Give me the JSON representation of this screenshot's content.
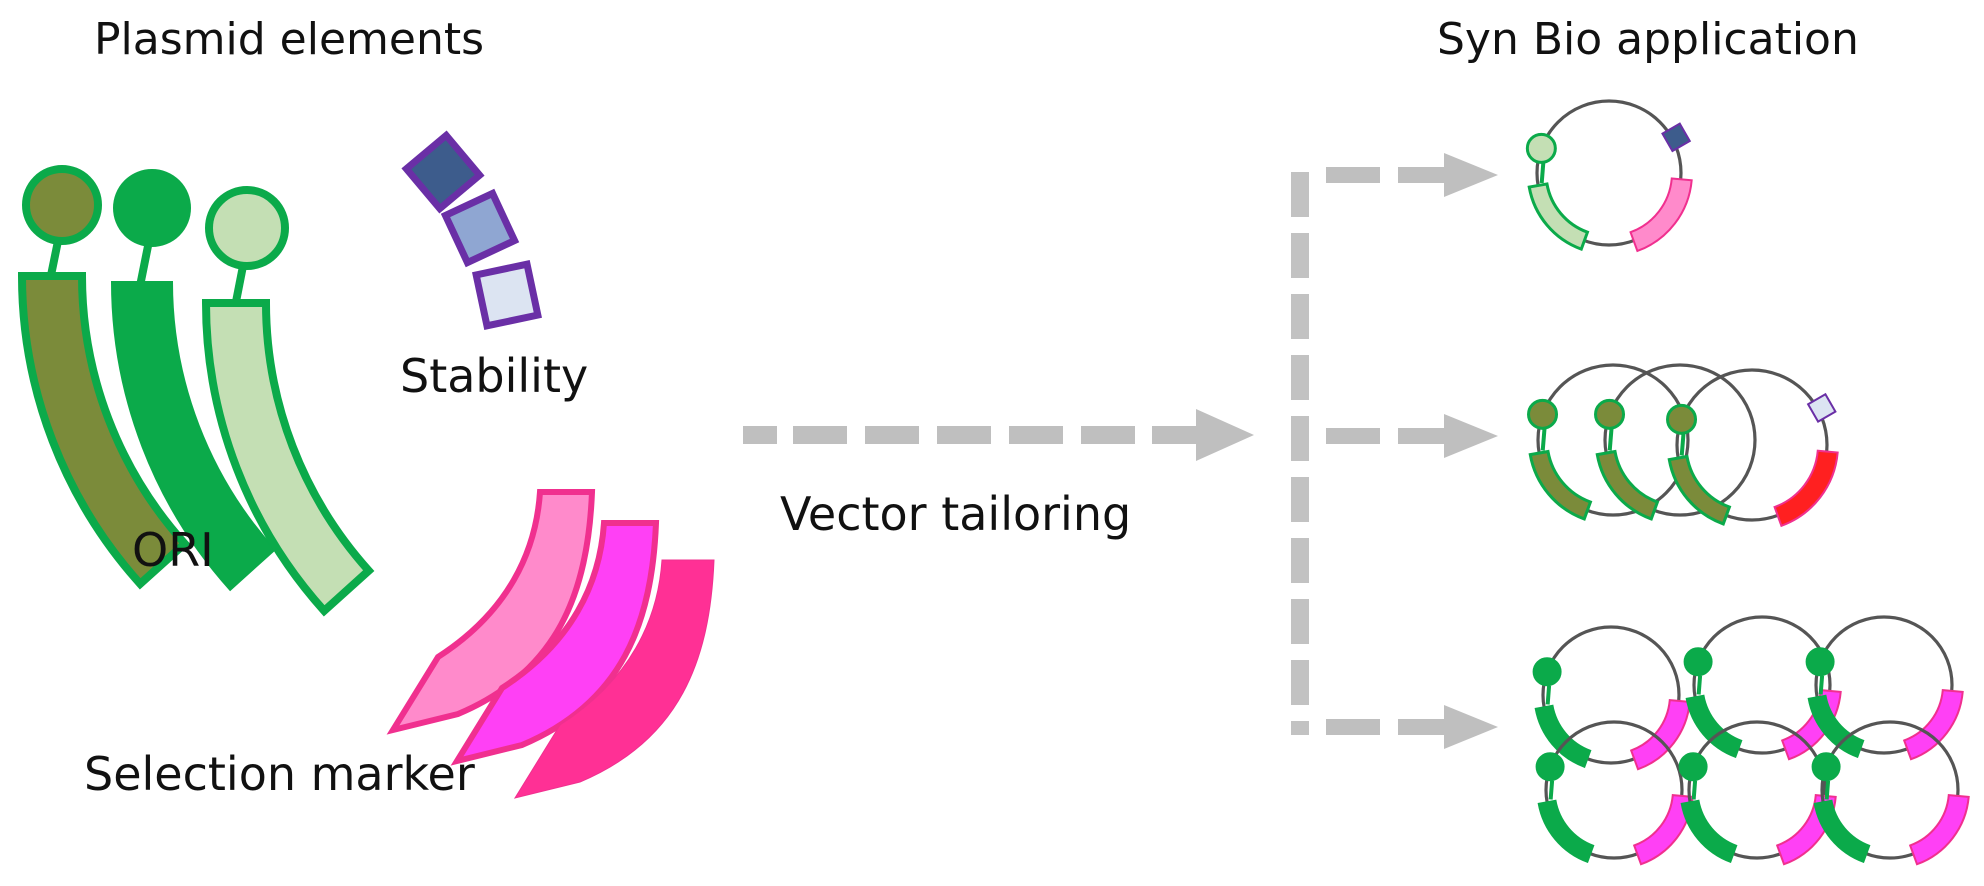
{
  "titles": {
    "left": "Plasmid elements",
    "right": "Syn Bio application"
  },
  "labels": {
    "ori": "ORI",
    "stability": "Stability",
    "selection_marker": "Selection marker",
    "process": "Vector tailoring"
  },
  "colors": {
    "ori_outline": "#0BAA4A",
    "ori_variants": [
      "#7B8B3A",
      "#0BAA4A",
      "#C4DFB4"
    ],
    "stability_outline": "#6A2FA6",
    "stability_variants": [
      "#3D5C8C",
      "#8FA6D2",
      "#DCE4F2"
    ],
    "marker_outline": "#F0308F",
    "marker_variants": [
      "#FF8ACB",
      "#FF40F5",
      "#FF3095"
    ],
    "marker_red": "#FF2020",
    "arrow": "#BFBFBF",
    "backbone": "#555555"
  },
  "applications": [
    {
      "name": "single-plasmid",
      "copies": 1,
      "ori_variant": 2,
      "stability_variant": 0,
      "marker_variant": 0
    },
    {
      "name": "triple-plasmid",
      "copies": 3,
      "ori_variant": 0,
      "stability_variant": 2,
      "marker_variant": "red"
    },
    {
      "name": "multi-plasmid-grid",
      "copies": 6,
      "ori_variant": 1,
      "stability_variant": null,
      "marker_variant": 1
    }
  ]
}
